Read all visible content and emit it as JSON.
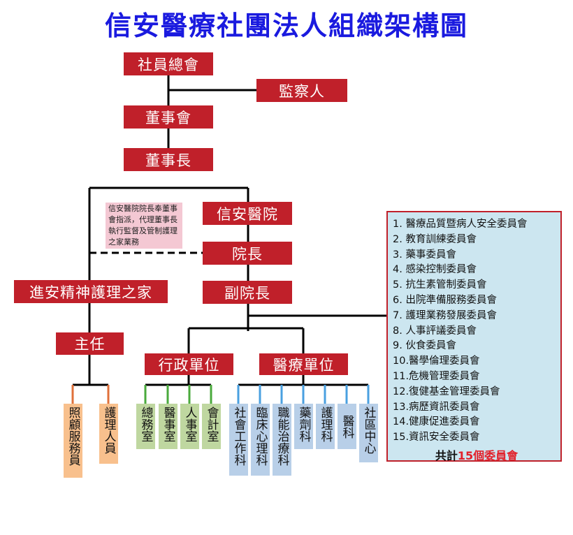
{
  "title": "信安醫療社團法人組織架構圖",
  "top": {
    "members_assembly": "社員總會",
    "supervisor": "監察人",
    "board": "董事會",
    "chairman": "董事長",
    "hospital": "信安醫院",
    "president": "院長",
    "vice_president": "副院長"
  },
  "note": "信安醫院院長奉董事會指派，代理董事長執行監督及管制護理之家業務",
  "nursing_home": {
    "name": "進安精神護理之家",
    "director": "主任",
    "units": [
      "照顧服務員",
      "護理人員"
    ]
  },
  "admin": {
    "label": "行政單位",
    "units": [
      "總務室",
      "醫事室",
      "人事室",
      "會計室"
    ]
  },
  "medical": {
    "label": "醫療單位",
    "units": [
      "社會工作科",
      "臨床心理科",
      "職能治療科",
      "藥劑科",
      "護理科",
      "醫科",
      "社區中心"
    ]
  },
  "committees": {
    "items": [
      "1.  醫療品質暨病人安全委員會",
      "2.  教育訓練委員會",
      "3.  藥事委員會",
      "4.  感染控制委員會",
      "5.  抗生素管制委員會",
      "6.  出院準備服務委員會",
      "7.  護理業務發展委員會",
      "8.  人事評議委員會",
      "9.  伙食委員會",
      "10.醫學倫理委員會",
      "11.危機管理委員會",
      "12.復健基金管理委員會",
      "13.病歷資訊委員會",
      "14.健康促進委員會",
      "15.資訊安全委員會"
    ],
    "total_prefix": "共計",
    "total_highlight": "15個委員會"
  },
  "colors": {
    "title": "#1a1adf",
    "red_box": "#c0202a",
    "orange": "#f8c08d",
    "green": "#bfd7a0",
    "blue": "#b8cfe8",
    "connector_orange": "#e0703a",
    "connector_green": "#4aaa3c",
    "connector_blue": "#4aa0e0"
  }
}
